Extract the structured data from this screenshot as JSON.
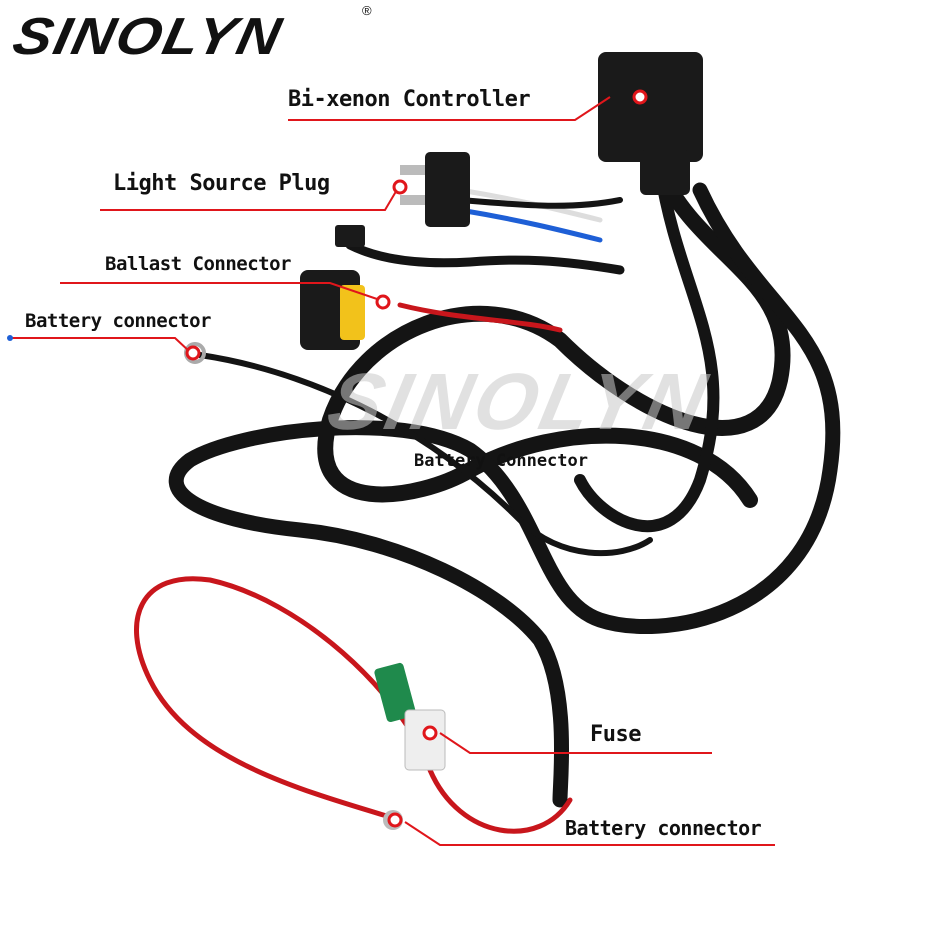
{
  "brand": {
    "logo_text": "SINOLYN",
    "registered_mark": "®",
    "watermark_text": "SINOLYN"
  },
  "labels": {
    "controller": "Bi-xenon Controller",
    "light_source_plug": "Light Source Plug",
    "ballast_connector": "Ballast Connector",
    "battery_connector_top": "Battery connector",
    "fuse": "Fuse",
    "battery_connector_bottom": "Battery connector",
    "watermark_caption": "Battery Connector"
  },
  "colors": {
    "accent_red": "#e0161b",
    "wire_black": "#141414",
    "wire_red": "#c8161c",
    "fuse_green": "#1f8a4c",
    "connector_yellow": "#f2c21b",
    "wire_blue": "#1e5fd6"
  }
}
